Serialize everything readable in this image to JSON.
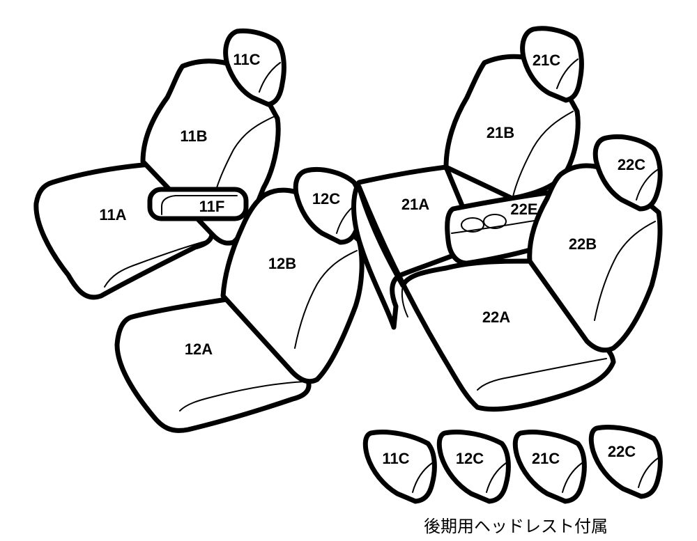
{
  "colors": {
    "outline": "#000000",
    "fill": "#ffffff"
  },
  "labels": {
    "s11a": "11A",
    "s11b": "11B",
    "s11c": "11C",
    "s11f": "11F",
    "s12a": "12A",
    "s12b": "12B",
    "s12c": "12C",
    "s21a": "21A",
    "s21b": "21B",
    "s21c": "21C",
    "s22a": "22A",
    "s22b": "22B",
    "s22c": "22C",
    "s22e": "22E"
  },
  "extra_headrests": [
    "11C",
    "12C",
    "21C",
    "22C"
  ],
  "caption": "後期用ヘッドレスト付属"
}
